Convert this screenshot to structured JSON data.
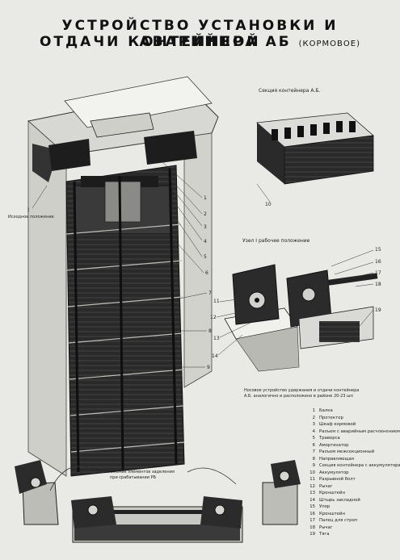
{
  "title": {
    "line1": "УСТРОЙСТВО УСТАНОВКИ И АВАРИЙНОЙ",
    "line2": "ОТДАЧИ КОНТЕЙНЕРА АБ",
    "line2_suffix": "(КОРМОВОЕ)"
  },
  "labels": {
    "section_caption": "Секция контейнера А.Б.",
    "initial_position": "Исходное положение",
    "node_caption": "Узел I   рабочее положение",
    "note_line1": "Носовое устройство удержания и отдачи контейнера",
    "note_line2": "А.Б. аналогично и расположено в районе 20-23 шп",
    "bottom_line1": "Расположение элементов заделения",
    "bottom_line2": "при срабатывании РБ",
    "roman_one": "I",
    "section_number": "10"
  },
  "callouts_left": [
    "1",
    "2",
    "3",
    "4",
    "5",
    "6",
    "7",
    "8",
    "9"
  ],
  "callouts_node": [
    "11",
    "12",
    "13",
    "14",
    "15",
    "16",
    "17",
    "18",
    "19"
  ],
  "legend": [
    {
      "n": "1",
      "text": "Балка"
    },
    {
      "n": "2",
      "text": "Протектор"
    },
    {
      "n": "3",
      "text": "Шкаф кормовой"
    },
    {
      "n": "4",
      "text": "Разъем с аварийным расчленением"
    },
    {
      "n": "5",
      "text": "Траверса"
    },
    {
      "n": "6",
      "text": "Амортизатор"
    },
    {
      "n": "7",
      "text": "Разъем межсекционный"
    },
    {
      "n": "8",
      "text": "Направляющая"
    },
    {
      "n": "9",
      "text": "Секция контейнера с аккумуляторами"
    },
    {
      "n": "10",
      "text": "Аккумулятор"
    },
    {
      "n": "11",
      "text": "Разрывной болт"
    },
    {
      "n": "12",
      "text": "Рычаг"
    },
    {
      "n": "13",
      "text": "Кронштейн"
    },
    {
      "n": "14",
      "text": "Штырь закладной"
    },
    {
      "n": "15",
      "text": "Упор"
    },
    {
      "n": "16",
      "text": "Кронштейн"
    },
    {
      "n": "17",
      "text": "Палец для строп"
    },
    {
      "n": "18",
      "text": "Рычаг"
    },
    {
      "n": "19",
      "text": "Тяга"
    }
  ]
}
